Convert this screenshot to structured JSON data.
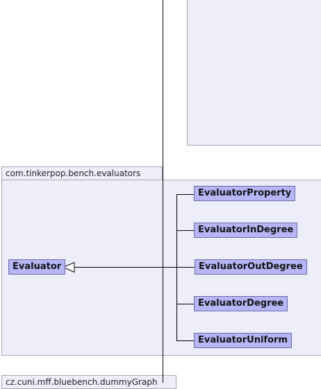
{
  "packages": {
    "evaluators": {
      "name": "com.tinkerpop.bench.evaluators"
    },
    "dummy_graph": {
      "name": "cz.cuni.mff.bluebench.dummyGraph"
    }
  },
  "classes": {
    "base": "Evaluator",
    "subclasses": [
      "EvaluatorProperty",
      "EvaluatorInDegree",
      "EvaluatorOutDegree",
      "EvaluatorDegree",
      "EvaluatorUniform"
    ]
  },
  "relationship": "generalization"
}
